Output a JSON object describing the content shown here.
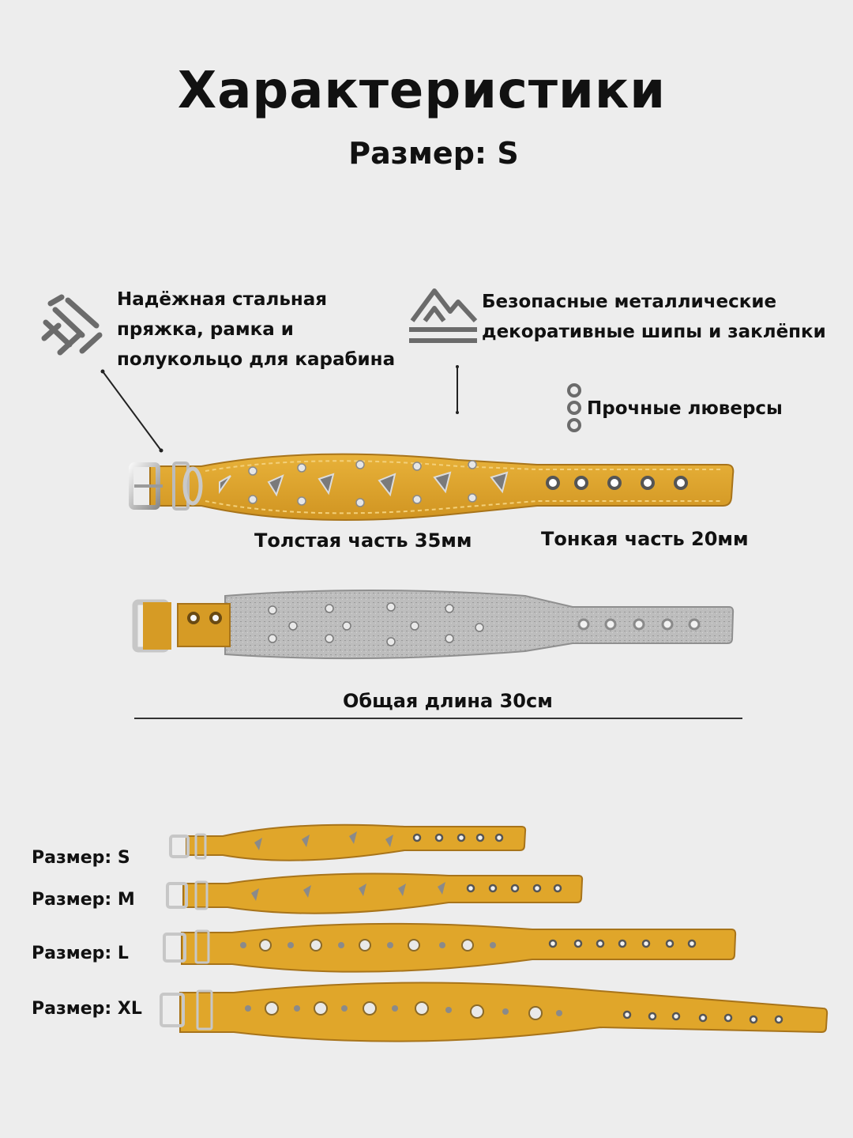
{
  "title": "Характеристики",
  "subtitle": "Размер: S",
  "features": {
    "buckle": {
      "icon": "buckle-icon",
      "lines": [
        "Надёжная стальная",
        "пряжка, рамка и",
        "полукольцо для карабина"
      ]
    },
    "spikes": {
      "icon": "mountain-icon",
      "lines": [
        "Безопасные металлические",
        "декоративные шипы и заклёпки"
      ]
    },
    "eyelets": {
      "icon": "rings-icon",
      "text": "Прочные люверсы"
    }
  },
  "measurements": {
    "thick": "Толстая часть 35мм",
    "thin": "Тонкая часть 20мм",
    "total": "Общая длина 30см"
  },
  "sizes": [
    "Размер: S",
    "Размер: M",
    "Размер: L",
    "Размер: XL"
  ],
  "colors": {
    "background": "#ededed",
    "leather": "#e0a62a",
    "leather_dark": "#b8801a",
    "felt": "#b9b9b9",
    "metal": "#d9d9d9",
    "text": "#111111"
  }
}
